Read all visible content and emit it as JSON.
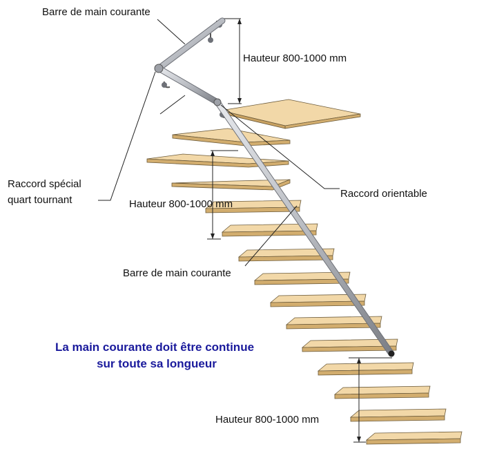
{
  "labels": {
    "handrail_top": "Barre de main courante",
    "handrail_mid": "Barre de main courante",
    "height_top": "Hauteur 800-1000 mm",
    "height_mid": "Hauteur 800-1000 mm",
    "height_bottom": "Hauteur 800-1000 mm",
    "special_fitting_line1": "Raccord spécial",
    "special_fitting_line2": "quart tournant",
    "swivel_fitting": "Raccord orientable"
  },
  "note": {
    "line1": "La main courante doit être continue",
    "line2": "sur toute sa longueur"
  },
  "colors": {
    "tread_top": "#f2d8a8",
    "tread_edge": "#d2ad6e",
    "rail": "#b9bcc2",
    "rail_dark": "#6e7178",
    "note_text": "#1a1a9c"
  }
}
